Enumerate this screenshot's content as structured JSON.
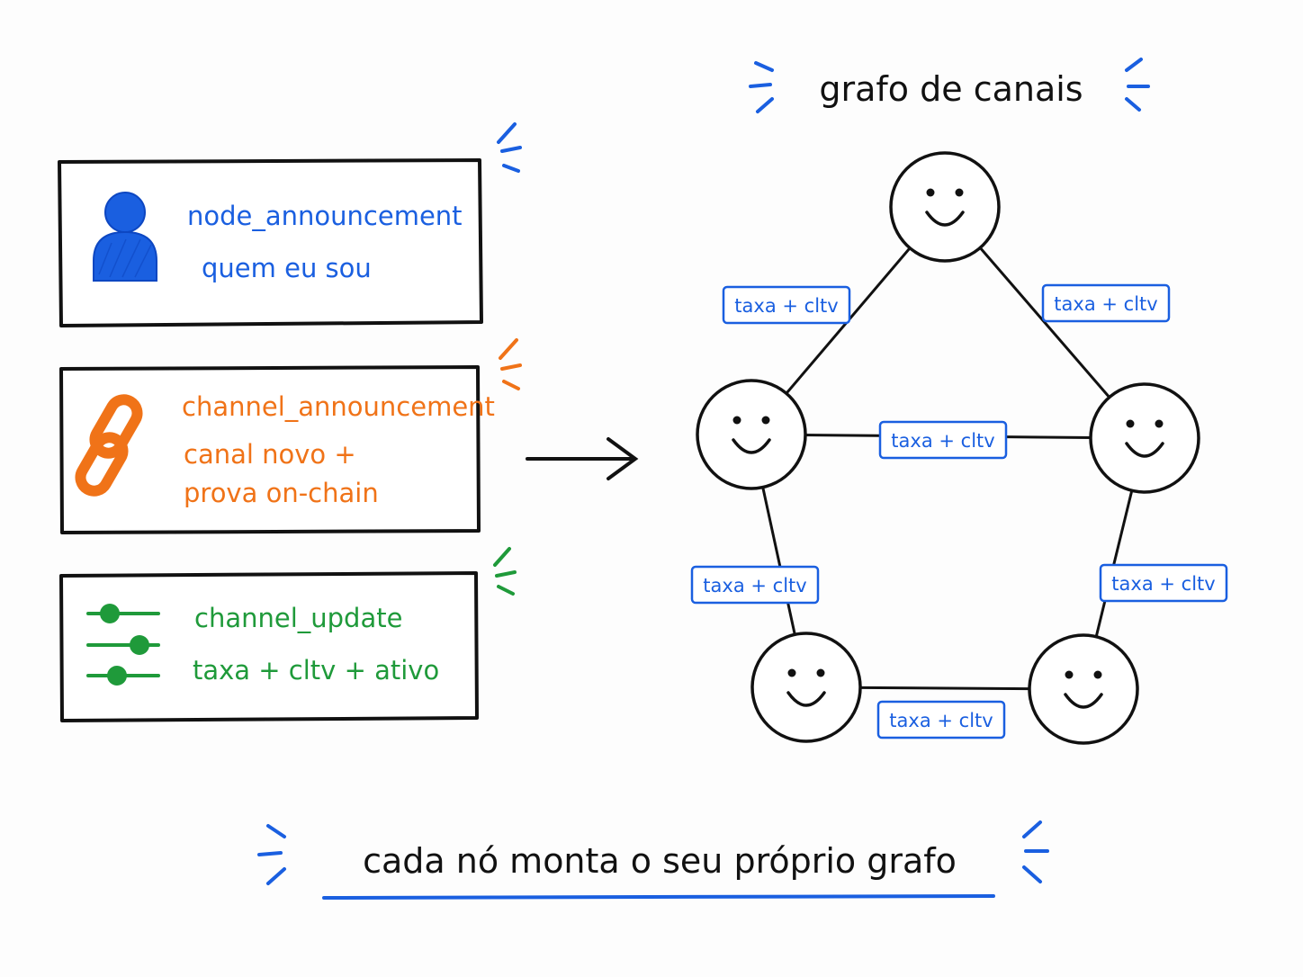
{
  "colors": {
    "ink": "#111111",
    "blue": "#1a5fe0",
    "orange": "#f07318",
    "green": "#1f9a3a",
    "paper": "#fdfdfd"
  },
  "cards": [
    {
      "id": "node",
      "icon": "person-icon",
      "color": "#1a5fe0",
      "title": "node_announcement",
      "lines": [
        "quem eu sou"
      ]
    },
    {
      "id": "channel",
      "icon": "chain-link-icon",
      "color": "#f07318",
      "title": "channel_announcement",
      "lines": [
        "canal novo +",
        "prova on-chain"
      ]
    },
    {
      "id": "update",
      "icon": "sliders-icon",
      "color": "#1f9a3a",
      "title": "channel_update",
      "lines": [
        "taxa + cltv + ativo"
      ]
    }
  ],
  "graph": {
    "title": "grafo de canais",
    "node_icon": "smiley-face-icon",
    "edges": [
      {
        "from": "top",
        "to": "left",
        "label": "taxa + cltv"
      },
      {
        "from": "top",
        "to": "right",
        "label": "taxa + cltv"
      },
      {
        "from": "left",
        "to": "right",
        "label": "taxa + cltv"
      },
      {
        "from": "left",
        "to": "bottom-left",
        "label": "taxa + cltv"
      },
      {
        "from": "right",
        "to": "bottom-right",
        "label": "taxa + cltv"
      },
      {
        "from": "bottom-left",
        "to": "bottom-right",
        "label": "taxa + cltv"
      }
    ]
  },
  "footer": {
    "text": "cada nó monta o seu próprio grafo"
  }
}
